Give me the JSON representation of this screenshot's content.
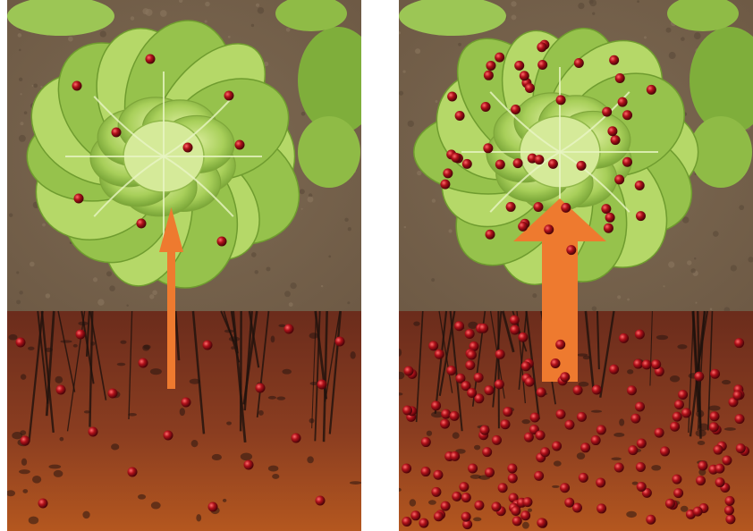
{
  "scene": {
    "description_free": true,
    "panels": [
      {
        "id": "low",
        "arrow_size": "thin",
        "plant_dots": 10,
        "soil_dots": 20
      },
      {
        "id": "high",
        "arrow_size": "thick",
        "plant_dots": 52,
        "soil_dots": 160
      }
    ],
    "colors": {
      "arrow": "#ee7a2f",
      "dot": "#b0111a",
      "soil_top": "#6b2c1c",
      "soil_bottom": "#b4571f",
      "ground": "#6e5a45",
      "leaf": "#a8cf5a"
    },
    "icon_names": [
      "upward-arrow-icon",
      "nutrient-dot-icon"
    ]
  }
}
